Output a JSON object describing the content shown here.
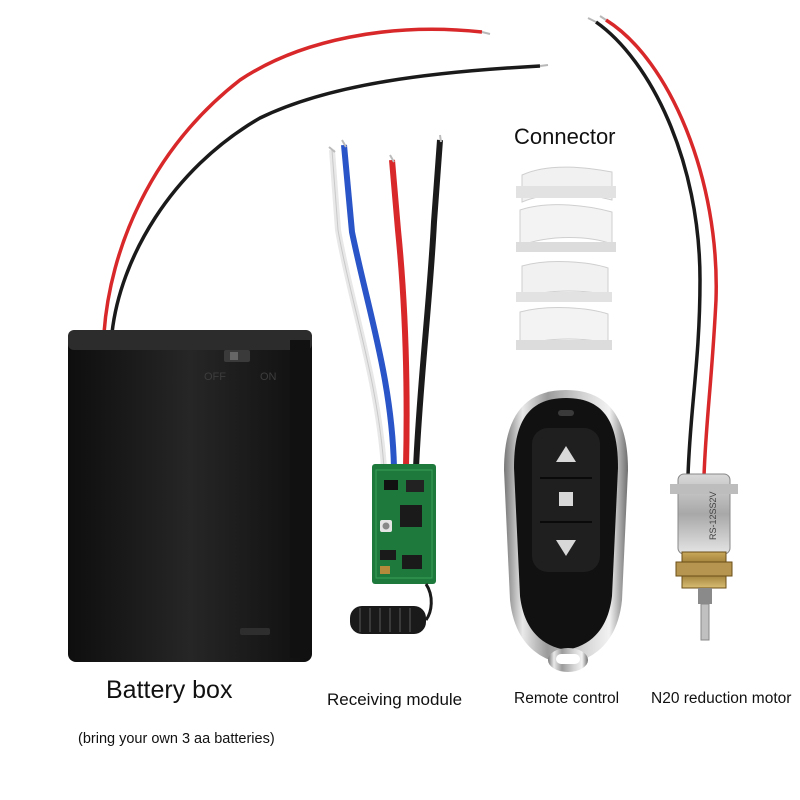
{
  "labels": {
    "connector": "Connector",
    "battery_box": "Battery box",
    "battery_note": "(bring your own 3 aa batteries)",
    "receiving_module": "Receiving module",
    "remote_control": "Remote control",
    "motor": "N20 reduction motor"
  },
  "colors": {
    "background": "#ffffff",
    "wire_red": "#d8282a",
    "wire_black": "#1a1a1a",
    "wire_blue": "#2a55c8",
    "wire_white": "#e8e8e8",
    "pcb_green": "#1e7a3c",
    "battery_case": "#1b1b1b",
    "connector_white": "#f1f1f1",
    "remote_chrome": "#b8b8b8"
  }
}
